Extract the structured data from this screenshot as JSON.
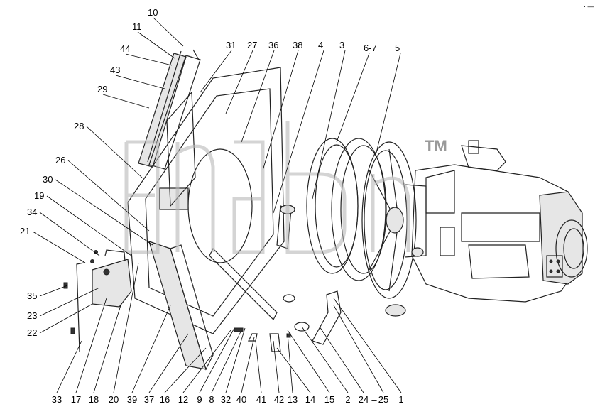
{
  "watermark": {
    "tm": "TM"
  },
  "corner_mark": "· —",
  "callouts_top": [
    "10",
    "11",
    "44",
    "43",
    "29",
    "31",
    "27",
    "36",
    "38",
    "4",
    "3",
    "6-7",
    "5"
  ],
  "callouts_left": [
    "28",
    "26",
    "30",
    "19",
    "34",
    "21",
    "35",
    "23",
    "22"
  ],
  "callouts_bottom": [
    "33",
    "17",
    "18",
    "20",
    "39",
    "37",
    "16",
    "12",
    "9",
    "8",
    "32",
    "40",
    "41",
    "42",
    "13",
    "14",
    "15",
    "2",
    "24",
    "25",
    "1"
  ],
  "separator": "–"
}
